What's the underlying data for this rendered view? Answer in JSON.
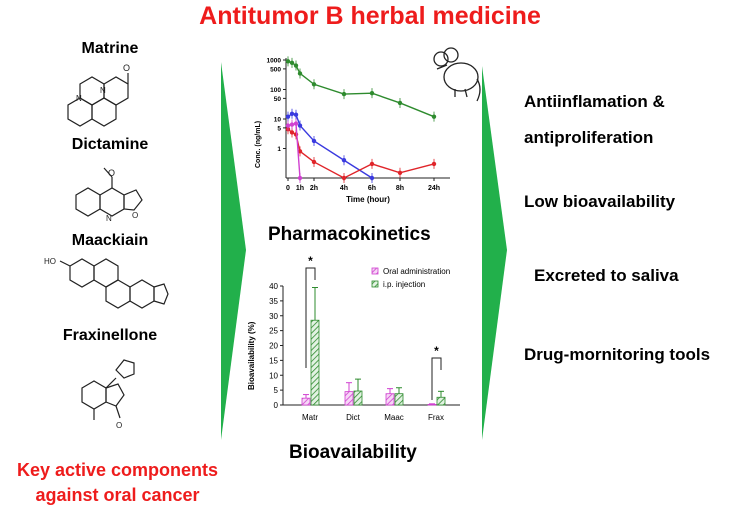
{
  "title": "Antitumor B herbal medicine",
  "compounds": [
    {
      "name": "Matrine"
    },
    {
      "name": "Dictamine"
    },
    {
      "name": "Maackiain"
    },
    {
      "name": "Fraxinellone"
    }
  ],
  "key_label_line1": "Key active components",
  "key_label_line2": "against oral cancer",
  "pk_label": "Pharmacokinetics",
  "ba_label": "Bioavailability",
  "outcomes": [
    "Antiinflamation &",
    "antiproliferation",
    "Low bioavailability",
    "Excreted to saliva",
    "Drug-mornitoring tools"
  ],
  "colors": {
    "title": "#ee1c1c",
    "arrow": "#22b04b",
    "green": "#2e8b2e",
    "blue": "#3a3adf",
    "red": "#e0252a",
    "magenta": "#d040d0"
  },
  "chart_data": [
    {
      "type": "line",
      "xlabel": "Time (hour)",
      "ylabel": "Conc. (ng/mL)",
      "yscale": "log",
      "y_tick_labels": [
        "1000",
        "500",
        "100",
        "50",
        "10",
        "5",
        "1"
      ],
      "x_tick_labels": [
        "0",
        "1h",
        "2h",
        "4h",
        "6h",
        "8h",
        "24h"
      ],
      "series": [
        {
          "color": "green",
          "x": [
            "0",
            "0.25",
            "0.5",
            "1h",
            "2h",
            "4h",
            "6h",
            "8h",
            "24h"
          ],
          "values": [
            900,
            800,
            650,
            350,
            150,
            70,
            75,
            35,
            12
          ]
        },
        {
          "color": "blue",
          "x": [
            "0",
            "0.25",
            "0.5",
            "1h",
            "2h",
            "4h",
            "6h"
          ],
          "values": [
            12,
            15,
            14,
            6,
            1.8,
            0.4,
            0.1
          ]
        },
        {
          "color": "red",
          "x": [
            "0",
            "0.25",
            "0.5",
            "1h",
            "2h",
            "4h",
            "6h",
            "8h",
            "24h"
          ],
          "values": [
            4.5,
            3.5,
            3,
            0.8,
            0.35,
            0.1,
            0.3,
            0.15,
            0.3
          ]
        },
        {
          "color": "magenta",
          "x": [
            "0",
            "0.25",
            "0.5",
            "1h"
          ],
          "values": [
            6,
            6.5,
            7,
            0.1
          ]
        }
      ]
    },
    {
      "type": "bar",
      "ylabel": "Bioavailability (%)",
      "categories": [
        "Matr",
        "Dict",
        "Maac",
        "Frax"
      ],
      "ylim": [
        0,
        40
      ],
      "y_ticks": [
        "0",
        "5",
        "10",
        "15",
        "20",
        "25",
        "30",
        "35",
        "40"
      ],
      "series": [
        {
          "name": "Oral administration",
          "values": [
            2.3,
            4.5,
            3.8,
            0.2
          ],
          "errors": [
            1.2,
            3.0,
            1.7,
            0.2
          ]
        },
        {
          "name": "i.p. injection",
          "values": [
            28.5,
            4.7,
            3.8,
            2.6
          ],
          "errors": [
            11.0,
            4.0,
            2.0,
            2.0
          ]
        }
      ],
      "significance": [
        {
          "label": "*",
          "category": "Matr"
        },
        {
          "label": "*",
          "category": "Frax"
        }
      ]
    }
  ]
}
